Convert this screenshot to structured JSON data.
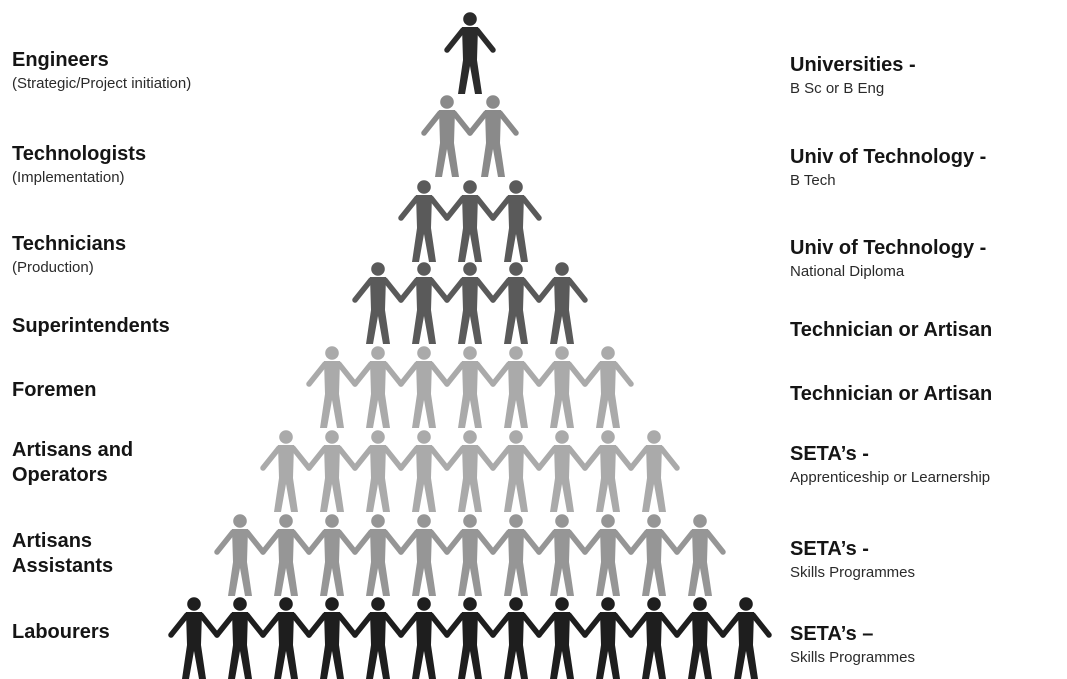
{
  "left_labels": [
    {
      "title": "Engineers",
      "subtitle": "(Strategic/Project initiation)"
    },
    {
      "title": "Technologists",
      "subtitle": "(Implementation)"
    },
    {
      "title": "Technicians",
      "subtitle": "(Production)"
    },
    {
      "title": "Superintendents"
    },
    {
      "title": "Foremen"
    },
    {
      "title": "Artisans and",
      "title2": "Operators"
    },
    {
      "title": "Artisans",
      "title2": "Assistants"
    },
    {
      "title": "Labourers"
    }
  ],
  "right_labels": [
    {
      "title": "Universities -",
      "subtitle": "B Sc or B Eng"
    },
    {
      "title": "Univ of Technology -",
      "subtitle": "B Tech"
    },
    {
      "title": "Univ of Technology -",
      "subtitle": "National Diploma"
    },
    {
      "title": "Technician or Artisan"
    },
    {
      "title": "Technician or Artisan"
    },
    {
      "title": "SETA’s -",
      "subtitle": "Apprenticeship or Learnership"
    },
    {
      "title": "SETA’s -",
      "subtitle": "Skills Programmes"
    },
    {
      "title": "SETA’s –",
      "subtitle": "Skills Programmes"
    }
  ],
  "pyramid": {
    "rows": [
      {
        "level": "Engineers",
        "count": 1,
        "shade": "dark"
      },
      {
        "level": "Technologists",
        "count": 2,
        "shade": "mid"
      },
      {
        "level": "Technicians",
        "count": 3,
        "shade": "dark-mid"
      },
      {
        "level": "Superintendents",
        "count": 5,
        "shade": "dark-mid"
      },
      {
        "level": "Foremen",
        "count": 7,
        "shade": "light"
      },
      {
        "level": "Artisans and Operators",
        "count": 9,
        "shade": "light"
      },
      {
        "level": "Artisans Assistants",
        "count": 11,
        "shade": "light-mid"
      },
      {
        "level": "Labourers",
        "count": 13,
        "shade": "black"
      }
    ],
    "colors": {
      "dark": "#2b2b2b",
      "mid": "#8a8a8a",
      "dark-mid": "#5a5a5a",
      "light": "#aaaaaa",
      "light-mid": "#969696",
      "black": "#1e1e1e"
    }
  }
}
